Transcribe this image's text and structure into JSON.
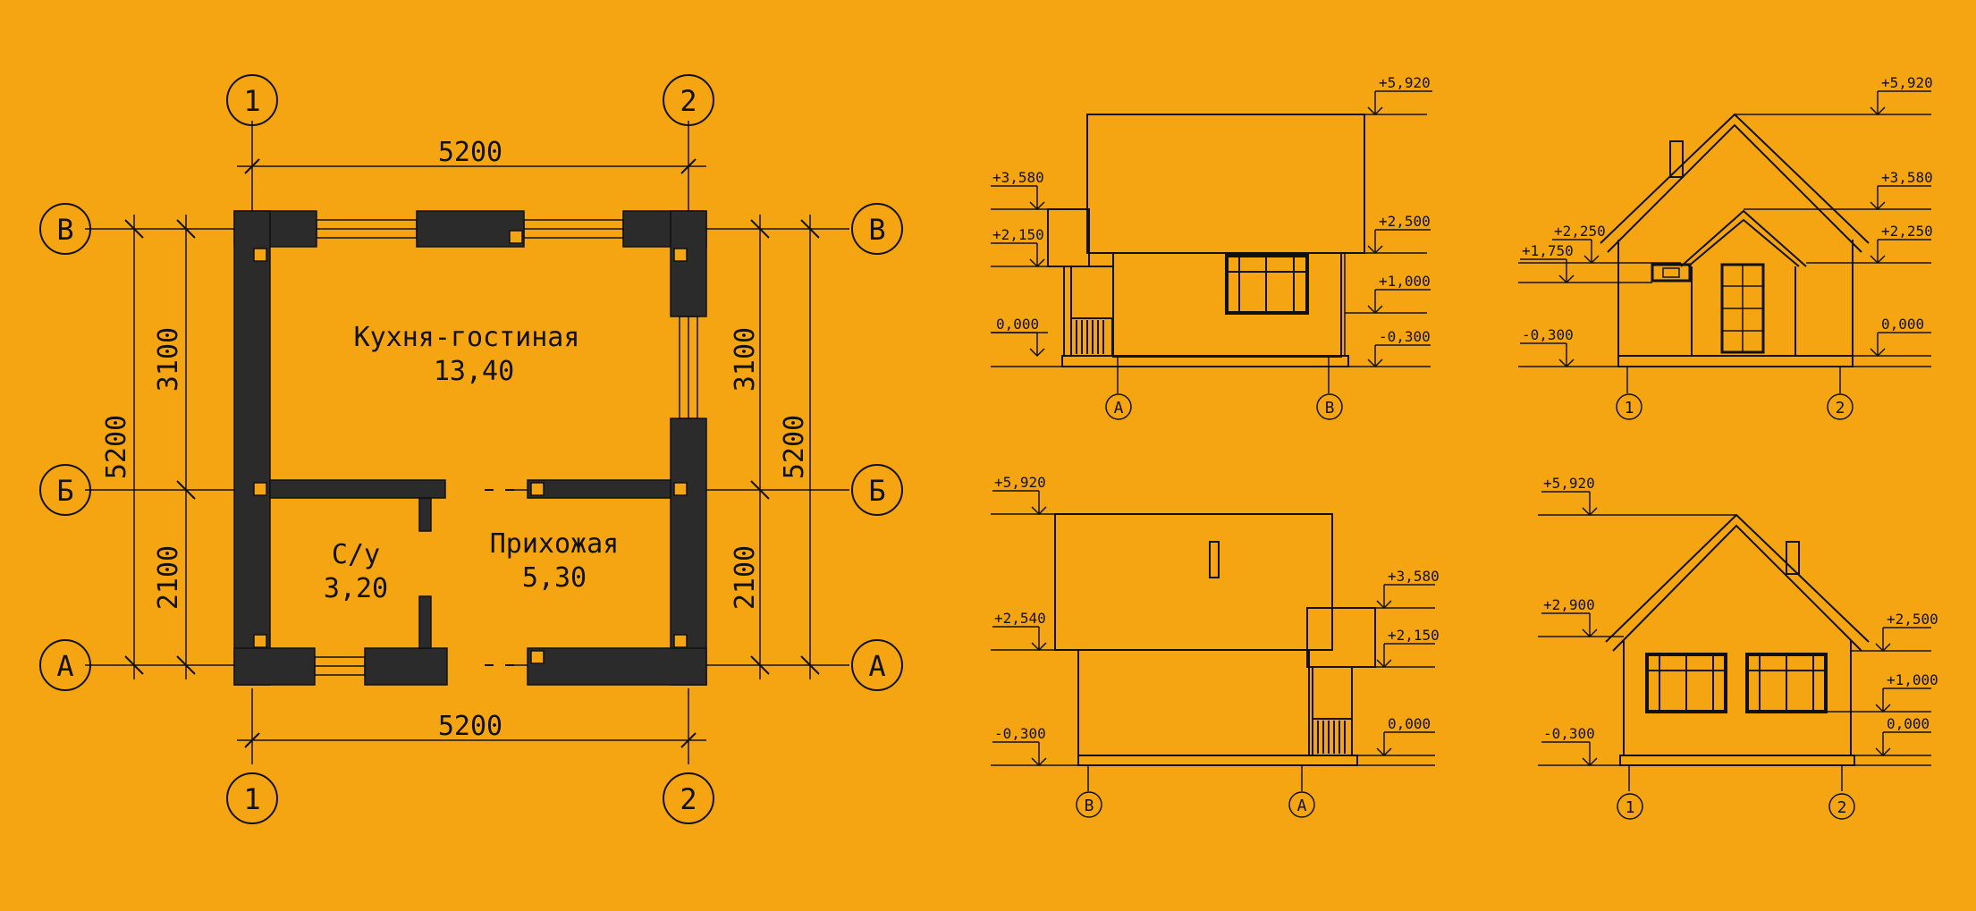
{
  "colors": {
    "background": "#F4A511",
    "ink": "#111111",
    "wall": "#2B2B2B"
  },
  "plan": {
    "axis_col_1": "1",
    "axis_col_2": "2",
    "axis_row_A": "А",
    "axis_row_B": "Б",
    "axis_row_V": "В",
    "dim_top": "5200",
    "dim_bottom": "5200",
    "dim_left_total": "5200",
    "dim_right_total": "5200",
    "dim_upper": "3100",
    "dim_lower": "2100",
    "rooms": [
      {
        "name": "Кухня-гостиная",
        "area": "13,40"
      },
      {
        "name": "С/у",
        "area": "3,20"
      },
      {
        "name": "Прихожая",
        "area": "5,30"
      }
    ]
  },
  "elevations": {
    "front": {
      "marks": [
        "+5,920",
        "+3,580",
        "+2,150",
        "+2,500",
        "+1,000",
        "0,000",
        "-0,300"
      ],
      "axes": [
        "А",
        "В"
      ]
    },
    "side_right": {
      "marks": [
        "+5,920",
        "+3,580",
        "+2,250",
        "+2,250",
        "+1,750",
        "-0,300",
        "0,000"
      ],
      "axes": [
        "1",
        "2"
      ]
    },
    "back": {
      "marks": [
        "+5,920",
        "+3,580",
        "+2,540",
        "+2,150",
        "-0,300",
        "0,000"
      ],
      "axes": [
        "В",
        "А"
      ]
    },
    "side_left": {
      "marks": [
        "+5,920",
        "+2,900",
        "+2,500",
        "+1,000",
        "0,000",
        "-0,300"
      ],
      "axes": [
        "1",
        "2"
      ]
    }
  }
}
